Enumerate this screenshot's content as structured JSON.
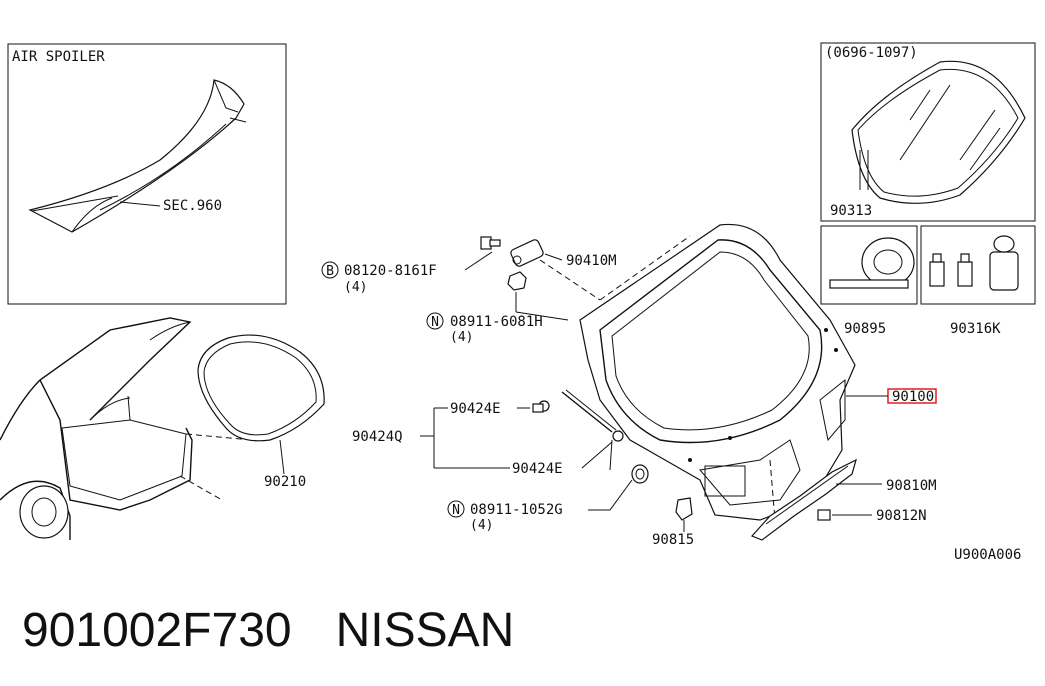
{
  "labels": {
    "air_spoiler": "AIR SPOILER",
    "sec960": "SEC.960",
    "date_range": "(0696-1097)",
    "p90313": "90313",
    "p90895": "90895",
    "p90316k": "90316K",
    "p90100": "90100",
    "p90210": "90210",
    "p90410m": "90410M",
    "bolt_b": "08120-8161F",
    "bolt_b_qty": "(4)",
    "nut_n1": "08911-6081H",
    "nut_n1_qty": "(4)",
    "p90424e_top": "90424E",
    "p90424q": "90424Q",
    "p90424e_bottom": "90424E",
    "nut_n2": "08911-1052G",
    "nut_n2_qty": "(4)",
    "p90815": "90815",
    "p90810m": "90810M",
    "p90812n": "90812N",
    "diagram_code": "U900A006",
    "symbol_b": "B",
    "symbol_n": "N"
  },
  "footer": {
    "part_number": "901002F730",
    "brand": "NISSAN"
  },
  "colors": {
    "highlight": "#e01e1e",
    "ink": "#111111"
  }
}
